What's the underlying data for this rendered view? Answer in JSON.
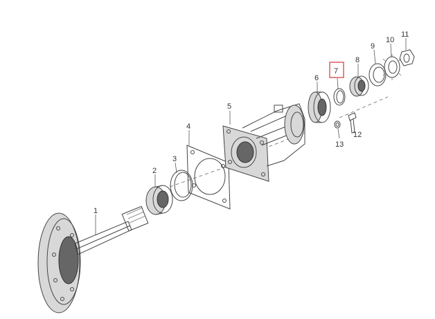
{
  "diagram": {
    "highlight_color": "#d9534f",
    "highlighted_part": "7",
    "callouts": [
      {
        "id": "1",
        "label": "1"
      },
      {
        "id": "2",
        "label": "2"
      },
      {
        "id": "3",
        "label": "3"
      },
      {
        "id": "4",
        "label": "4"
      },
      {
        "id": "5",
        "label": "5"
      },
      {
        "id": "6",
        "label": "6"
      },
      {
        "id": "7",
        "label": "7"
      },
      {
        "id": "8",
        "label": "8"
      },
      {
        "id": "9",
        "label": "9"
      },
      {
        "id": "10",
        "label": "10"
      },
      {
        "id": "11",
        "label": "11"
      },
      {
        "id": "12",
        "label": "12"
      },
      {
        "id": "13",
        "label": "13"
      }
    ]
  }
}
